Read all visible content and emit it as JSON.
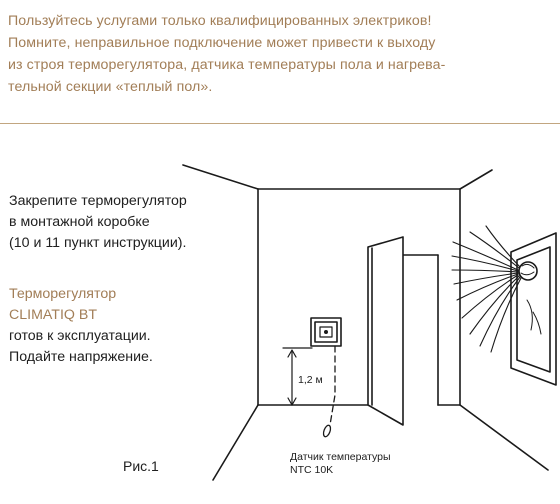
{
  "warning": {
    "lines": [
      "Пользуйтесь услугами только квалифицированных электриков!",
      "Помните, неправильное подключение может привести к выходу",
      "из строя терморегулятора, датчика температуры пола и нагрева-",
      "тельной секции «теплый пол»."
    ]
  },
  "step1": {
    "lines": [
      "Закрепите терморегулятор",
      "в монтажной коробке",
      "(10 и 11 пункт инструкции)."
    ]
  },
  "step2": {
    "product_lines": [
      "Терморегулятор",
      "CLIMATIQ BT"
    ],
    "lines": [
      "готов к эксплуатации.",
      "Подайте напряжение."
    ]
  },
  "figure": {
    "caption": "Рис.1",
    "height_label": "1,2 м",
    "sensor_lines": [
      "Датчик температуры",
      "NTC 10K"
    ]
  },
  "colors": {
    "accent": "#a27e57",
    "text": "#202020",
    "line": "#1a1a1a"
  }
}
